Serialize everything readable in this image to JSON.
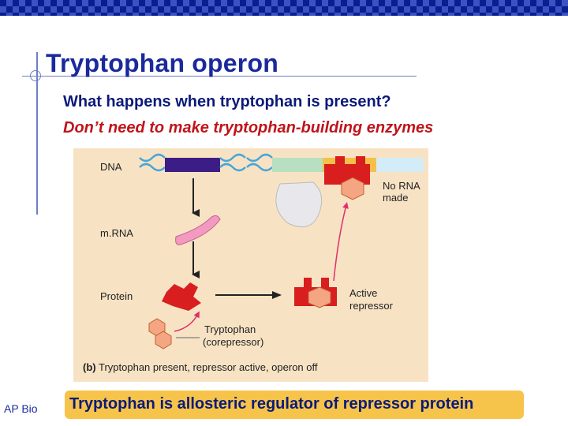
{
  "slide": {
    "title": "Tryptophan operon",
    "bullet_question": "What happens when tryptophan is present?",
    "bullet_answer": "Don’t need to make tryptophan-building enzymes",
    "footer": "AP Bio",
    "callout": "Tryptophan is allosteric regulator of repressor protein"
  },
  "figure": {
    "dna_label": "DNA",
    "no_rna_label": "No RNA made",
    "mrna_label": "m.RNA",
    "protein_label": "Protein",
    "active_repressor_line1": "Active",
    "active_repressor_line2": "repressor",
    "tryptophan_line1": "Tryptophan",
    "tryptophan_line2": "(corepressor)",
    "caption_prefix": "(b)",
    "caption_text": "Tryptophan present, repressor active, operon off"
  },
  "colors": {
    "title": "#1a2a9c",
    "answer": "#c0141a",
    "figure_bg": "#f7e3c4",
    "repressor": "#d81e1e",
    "tryptophan": "#f4a582",
    "callout": "#f6c44a"
  }
}
